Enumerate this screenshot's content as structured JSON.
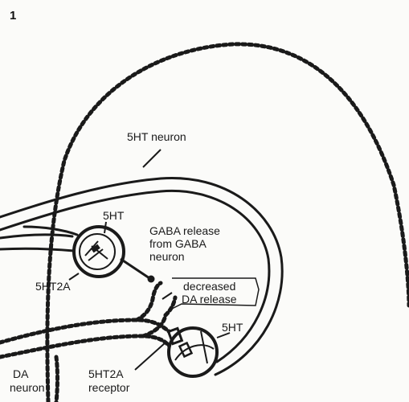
{
  "figure": {
    "number": "1",
    "labels": {
      "serotonin_neuron": "5HT neuron",
      "serotonin_top": "5HT",
      "gaba_line1": "GABA release",
      "gaba_line2": "from GABA",
      "gaba_line3": "neuron",
      "receptor_top": "5HT2A",
      "decreased_line1": "decreased",
      "decreased_line2": "DA release",
      "serotonin_bottom": "5HT",
      "da_line1": "DA",
      "da_line2": "neuron",
      "receptor_bottom_line1": "5HT2A",
      "receptor_bottom_line2": "receptor"
    }
  },
  "colors": {
    "ink": "#1a1a1a",
    "background": "#fbfbf9"
  }
}
